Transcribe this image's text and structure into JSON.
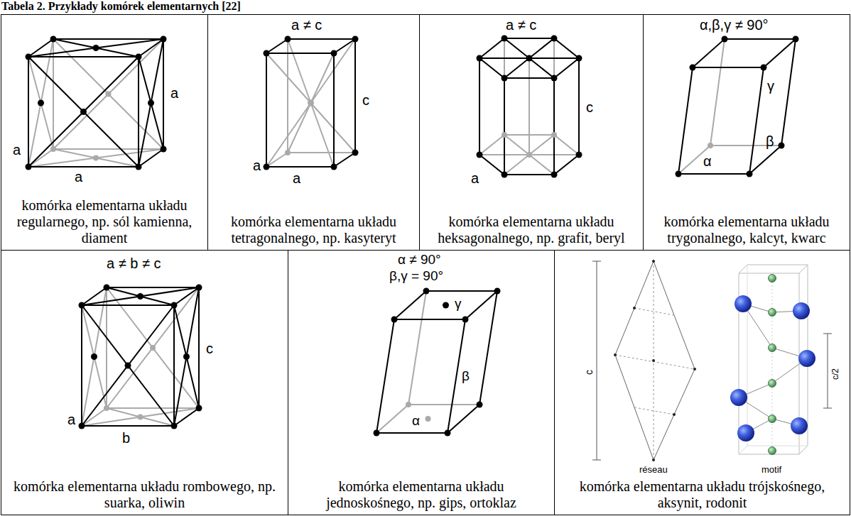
{
  "diagram": {
    "title": "Tabela 2. Przykłady komórek elementarnych [22]",
    "nodes": [
      {
        "text": [
          "komórka elementarna układu regularnego, np. sól kamienna, diament"
        ]
      },
      {
        "text": [
          "komórka elementarna układu tetragonalnego, np. kasyteryt"
        ]
      },
      {
        "text": [
          "komórka elementarna układu heksagonalnego, np. grafit, beryl"
        ]
      },
      {
        "text": [
          "komórka elementarna układu trygonalnego, kalcyt, kwarc"
        ]
      },
      {
        "text": [
          "komórka elementarna układu rombowego, np. suarka, oliwin"
        ]
      },
      {
        "text": [
          "komórka elementarna układu jednoskośnego, np. gips, ortoklaz"
        ]
      },
      {
        "text": [
          "komórka elementarna układu trójskośnego, aksynit, rodonit"
        ]
      }
    ],
    "labels": [
      "a",
      "a",
      "a",
      "a ≠ c",
      "c",
      "a",
      "a",
      "a ≠ c",
      "c",
      "a",
      "α,β,γ ≠ 90°",
      "γ",
      "β",
      "α",
      "a ≠ b ≠ c",
      "c",
      "a",
      "b",
      "α ≠ 90°",
      "β,γ = 90°",
      "γ",
      "β",
      "α",
      "c",
      "réseau",
      "motif",
      "c/2"
    ]
  }
}
